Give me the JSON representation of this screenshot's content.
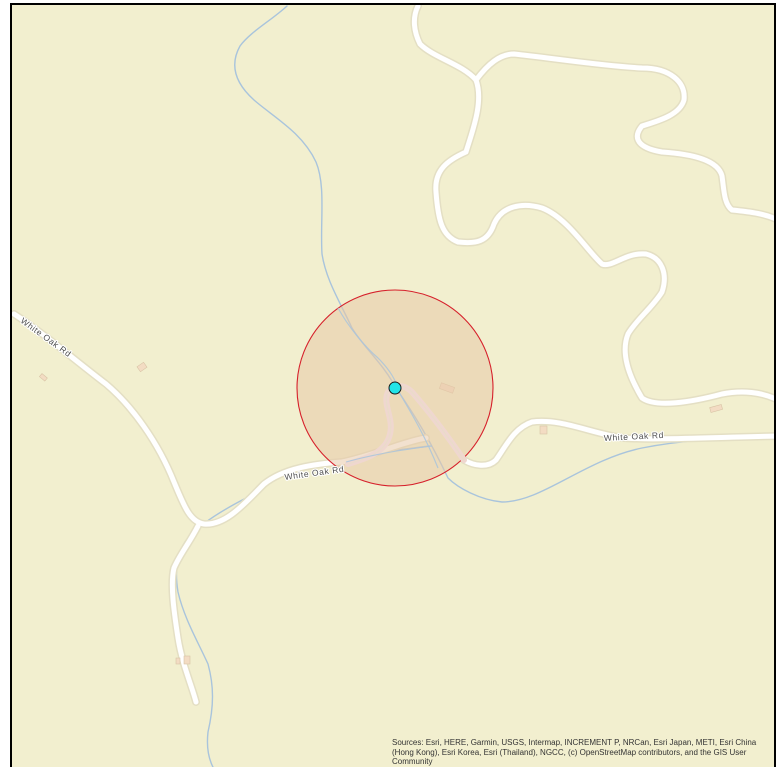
{
  "colors": {
    "land": "#f2efcf",
    "road_fill": "#ffffff",
    "road_casing": "#e4dfc4",
    "stream": "#a9c4dc",
    "buffer_fill": "#e8c9a8",
    "buffer_stroke": "#d6202b",
    "private_road": "#efd7cf",
    "point_fill": "#22e4e8",
    "point_stroke": "#1a1a1a",
    "frame": "#000000",
    "building": "#f3dcc3"
  },
  "labels": {
    "road_name": "White Oak Rd"
  },
  "features": {
    "buffer": "buffer-circle",
    "site": "site-point"
  },
  "attribution": "Sources: Esri, HERE, Garmin, USGS, Intermap, INCREMENT P, NRCan, Esri Japan, METI, Esri China (Hong Kong), Esri Korea, Esri (Thailand), NGCC, (c) OpenStreetMap contributors, and the GIS User Community"
}
